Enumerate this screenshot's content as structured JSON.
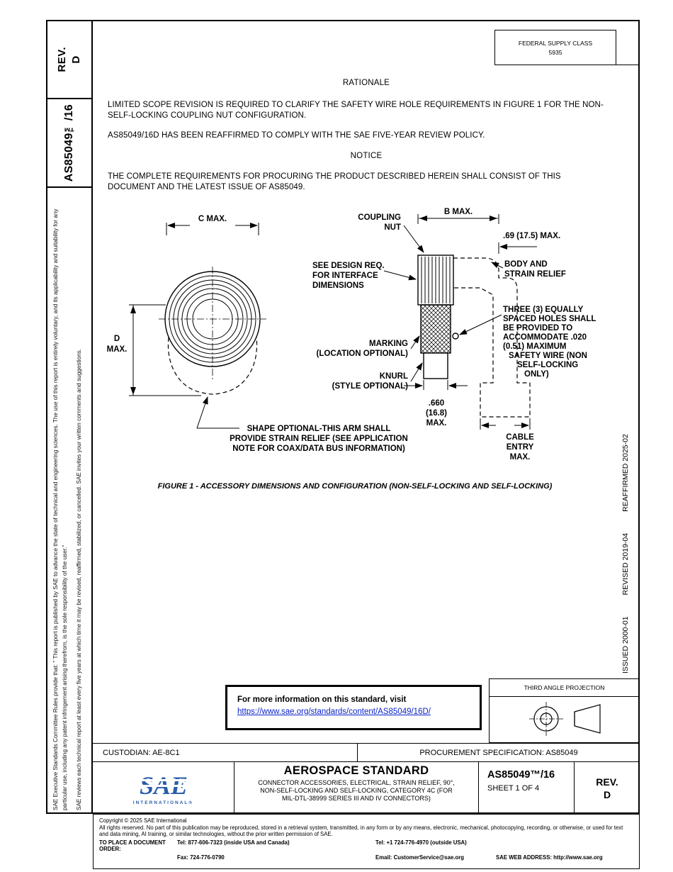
{
  "sidebar": {
    "rev_line1": "REV.",
    "rev_line2": "D",
    "doc_number": "AS85049™/16",
    "disclaimer_outer": "SAE Executive Standards Committee Rules provide that: \" This report is published by SAE to advance the state of technical and engineering sciences. The use of this report is entirely voluntary, and its applicability and suitability for any particular use, including any patent infringement arising therefrom, is the sole responsibility of the user.\"",
    "disclaimer_inner": "SAE reviews each technical report at least every five years at which time it may be revised, reaffirmed, stabilized, or cancelled. SAE invites your written comments and suggestions."
  },
  "header": {
    "fsc_label": "FEDERAL SUPPLY CLASS",
    "fsc_value": "5935"
  },
  "rationale": {
    "heading": "RATIONALE",
    "para1": "LIMITED SCOPE REVISION IS REQUIRED TO CLARIFY THE SAFETY WIRE HOLE REQUIREMENTS IN FIGURE 1 FOR THE NON-SELF-LOCKING COUPLING NUT CONFIGURATION.",
    "para2": "AS85049/16D HAS BEEN REAFFIRMED TO COMPLY WITH THE SAE FIVE-YEAR REVIEW POLICY."
  },
  "notice": {
    "heading": "NOTICE",
    "para": "THE COMPLETE REQUIREMENTS FOR PROCURING THE PRODUCT DESCRIBED HEREIN SHALL CONSIST OF THIS DOCUMENT AND THE LATEST ISSUE OF AS85049."
  },
  "figure": {
    "caption": "FIGURE 1 - ACCESSORY DIMENSIONS AND CONFIGURATION (NON-SELF-LOCKING AND SELF-LOCKING)",
    "labels": {
      "c_max": "C MAX.",
      "coupling": [
        "COUPLING",
        "NUT"
      ],
      "b_max": "B MAX.",
      "dim69": ".69 (17.5) MAX.",
      "design_req": [
        "SEE DESIGN REQ.",
        "FOR INTERFACE",
        "DIMENSIONS"
      ],
      "body": [
        "BODY AND",
        "STRAIN RELIEF"
      ],
      "d_max": [
        "D",
        "MAX."
      ],
      "holes": [
        "THREE (3) EQUALLY",
        "SPACED HOLES SHALL",
        "BE PROVIDED TO",
        "ACCOMMODATE .020",
        "(0.51) MAXIMUM",
        "SAFETY WIRE (NON",
        "SELF-LOCKING",
        "ONLY)"
      ],
      "marking": [
        "MARKING",
        "(LOCATION OPTIONAL)"
      ],
      "knurl": [
        "KNURL",
        "(STYLE OPTIONAL)"
      ],
      "dim660": [
        ".660",
        "(16.8)",
        "MAX."
      ],
      "shape": [
        "SHAPE OPTIONAL-THIS ARM SHALL",
        "PROVIDE STRAIN RELIEF (SEE APPLICATION",
        "NOTE FOR COAX/DATA BUS INFORMATION)"
      ],
      "cable": [
        "CABLE",
        "ENTRY",
        "MAX."
      ]
    }
  },
  "info_box": {
    "line1": "For more information on this standard, visit",
    "link": "https://www.sae.org/standards/content/AS85049/16D/"
  },
  "projection": {
    "label": "THIRD ANGLE PROJECTION"
  },
  "revision_history": {
    "issued": "ISSUED 2000-01",
    "revised": "REVISED 2019-04",
    "reaffirmed": "REAFFIRMED 2025-02"
  },
  "custodian_row": {
    "custodian": "CUSTODIAN: AE-8C1",
    "procurement": "PROCUREMENT SPECIFICATION: AS85049"
  },
  "title_block": {
    "logo_text": "SAE",
    "logo_sub": "INTERNATIONAL®",
    "doc_type": "AEROSPACE STANDARD",
    "doc_title": "CONNECTOR ACCESSORIES, ELECTRICAL, STRAIN RELIEF, 90°, NON-SELF-LOCKING AND SELF-LOCKING, CATEGORY 4C (FOR MIL-DTL-38999 SERIES III AND IV CONNECTORS)",
    "doc_number": "AS85049™/16",
    "sheet": "SHEET 1 OF 4",
    "rev_label": "REV.",
    "rev_value": "D"
  },
  "footer": {
    "copyright": "Copyright © 2025 SAE International",
    "rights": "All rights reserved. No part of this publication may be reproduced, stored in a retrieval system, transmitted, in any form or by any means, electronic, mechanical, photocopying, recording, or otherwise, or used for text and data mining, AI training, or similar technologies, without the prior written permission of SAE.",
    "order_label": "TO PLACE A DOCUMENT ORDER:",
    "tel_inside": "Tel: 877-606-7323 (inside USA and Canada)",
    "tel_outside": "Tel: +1 724-776-4970 (outside USA)",
    "fax": "Fax: 724-776-0790",
    "email": "Email: CustomerService@sae.org",
    "web": "SAE WEB ADDRESS: http://www.sae.org"
  },
  "colors": {
    "sae_blue": "#2a5caa",
    "link_blue": "#0b23c8"
  }
}
